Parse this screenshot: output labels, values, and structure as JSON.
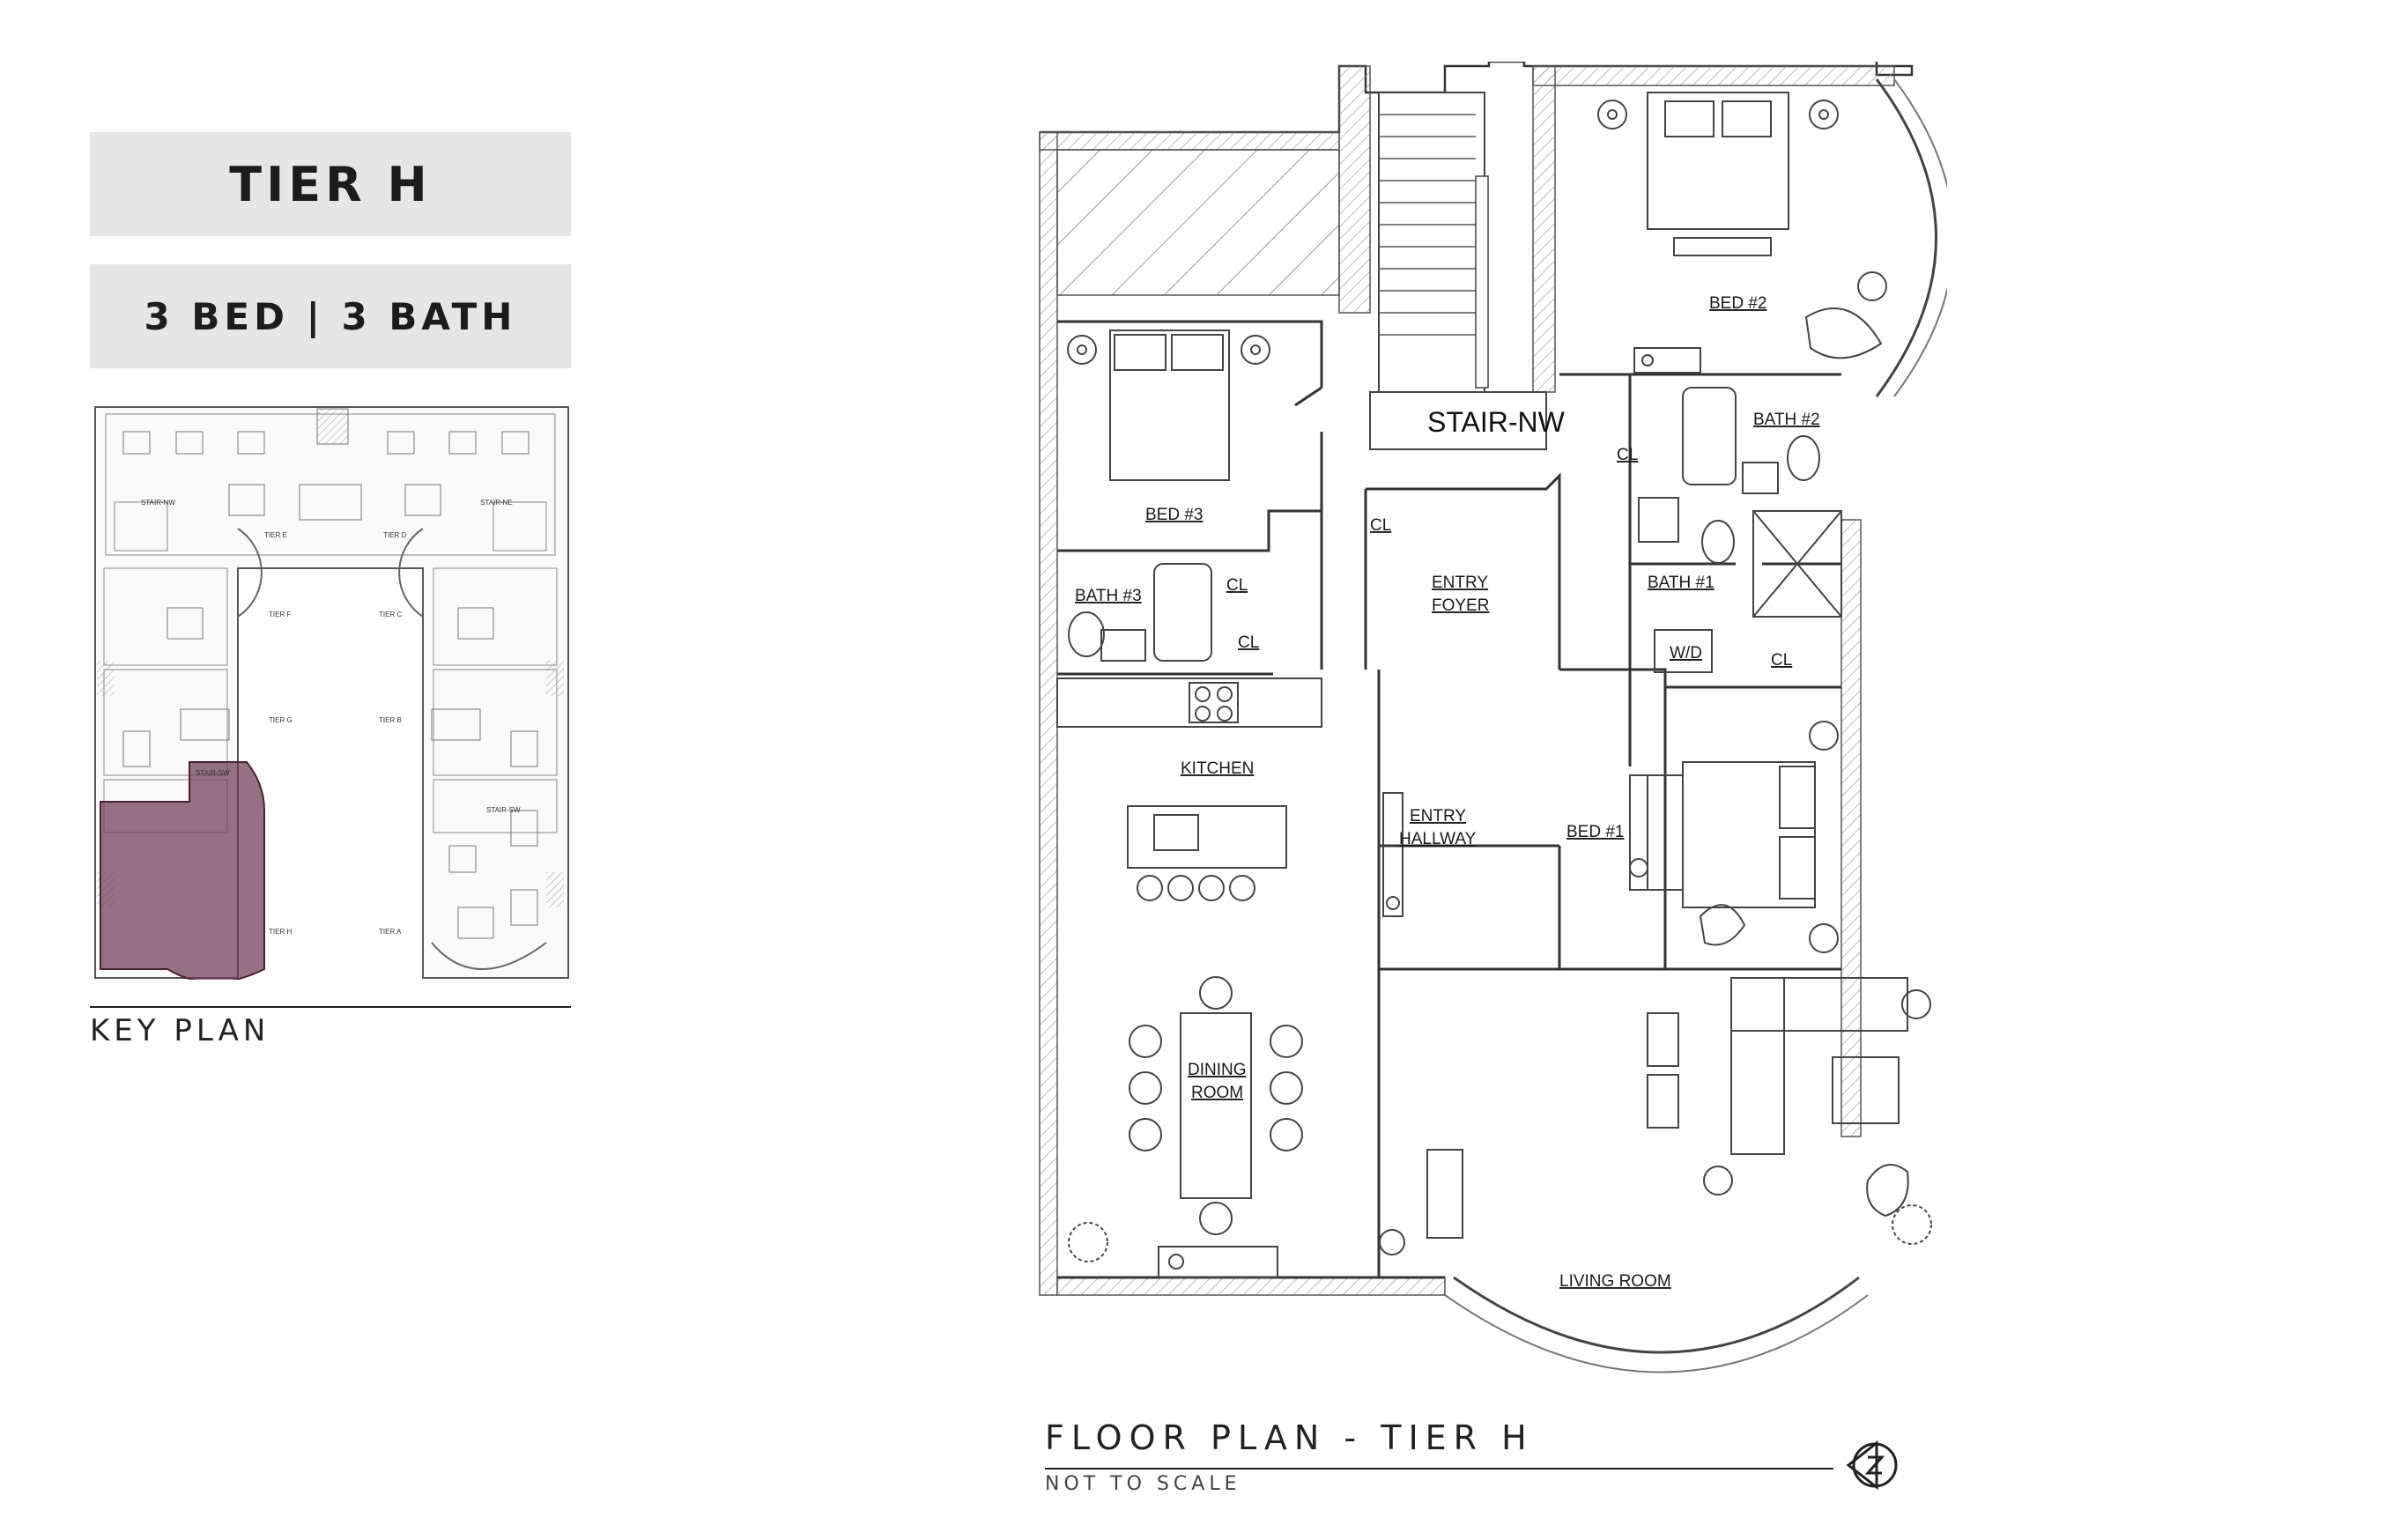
{
  "header": {
    "tier": "TIER H",
    "bed_bath": "3 BED  |  3 BATH"
  },
  "key_plan": {
    "label": "KEY PLAN",
    "tier_tags": [
      "TIER E",
      "TIER D",
      "TIER F",
      "TIER C",
      "TIER G",
      "TIER B",
      "TIER H",
      "TIER A"
    ],
    "stair_tags": [
      "STAIR-NW",
      "STAIR-NE",
      "STAIR-SW",
      "STAIR-SW"
    ],
    "highlight_color": "#6e3a54"
  },
  "floor_plan": {
    "title": "FLOOR PLAN - TIER H",
    "scale_note": "NOT TO SCALE",
    "stair_label": "STAIR-NW",
    "rooms": {
      "bed2": "BED #2",
      "bed3": "BED #3",
      "bath2": "BATH #2",
      "bath3": "BATH #3",
      "bath1": "BATH #1",
      "entry_foyer_1": "ENTRY",
      "entry_foyer_2": "FOYER",
      "entry_hallway_1": "ENTRY",
      "entry_hallway_2": "HALLWAY",
      "kitchen": "KITCHEN",
      "bed1": "BED #1",
      "dining_1": "DINING",
      "dining_2": "ROOM",
      "living": "LIVING ROOM",
      "wd": "W/D",
      "closet": "CL"
    },
    "north_icon": "north-arrow-icon"
  }
}
